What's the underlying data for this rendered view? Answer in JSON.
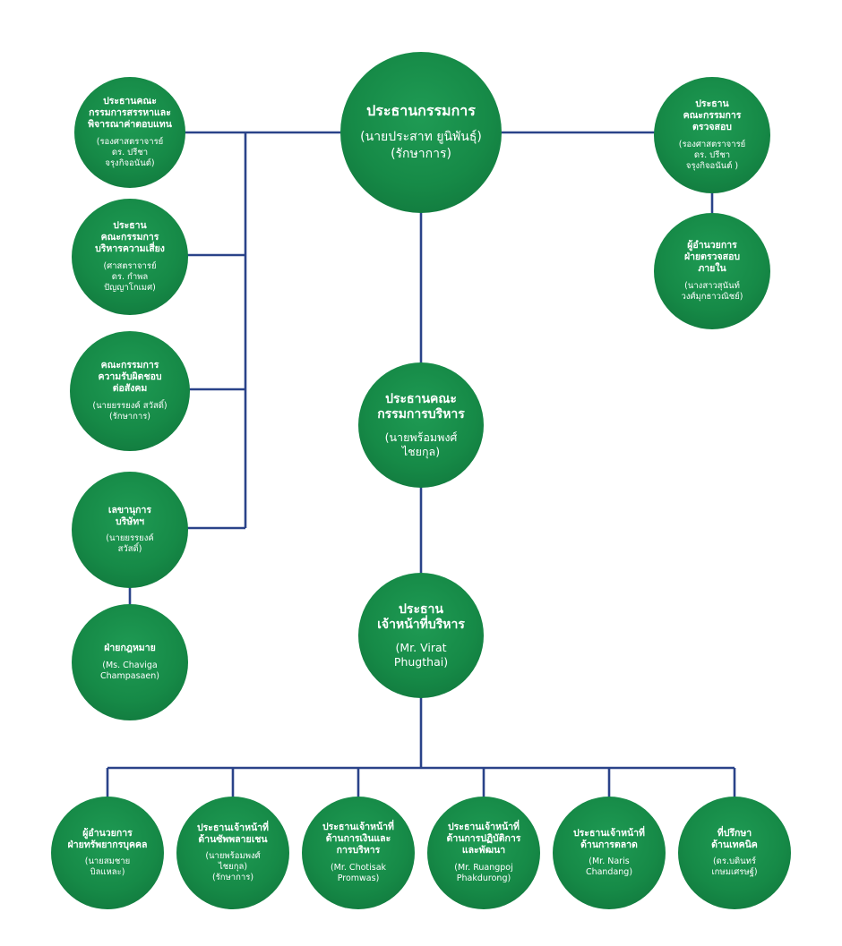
{
  "line_color": "#2a4389",
  "node_color": "#168a47",
  "nodes": {
    "chairman": {
      "title": "ประธานกรรมการ",
      "sub": "(นายประสาท ยูนิพันธุ์)\n(รักษาการ)"
    },
    "nomination": {
      "title": "ประธานคณะ\nกรรมการสรรหาและ\nพิจารณาค่าตอบแทน",
      "sub": "(รองศาสตราจารย์\nดร. ปรีชา\nจรุงกิจอนันต์)"
    },
    "risk": {
      "title": "ประธาน\nคณะกรรมการ\nบริหารความเสี่ยง",
      "sub": "(ศาสตราจารย์\nดร. กำพล\nปัญญาโกเมศ)"
    },
    "csr": {
      "title": "คณะกรรมการ\nความรับผิดชอบ\nต่อสังคม",
      "sub": "(นายยรรยงค์ สวัสดิ์)\n(รักษาการ)"
    },
    "secretary": {
      "title": "เลขานุการ\nบริษัทฯ",
      "sub": "(นายยรรยงค์\nสวัสดิ์)"
    },
    "legal": {
      "title": "ฝ่ายกฎหมาย",
      "sub": "(Ms. Chaviga\nChampasaen)"
    },
    "audit_committee": {
      "title": "ประธาน\nคณะกรรมการ\nตรวจสอบ",
      "sub": "(รองศาสตราจารย์\nดร. ปรีชา\nจรุงกิจอนันต์ )"
    },
    "internal_audit": {
      "title": "ผู้อำนวยการ\nฝ่ายตรวจสอบ\nภายใน",
      "sub": "(นางสาวสุนันท์\nวงศ์มุกธาวณิชย์)"
    },
    "executive_board": {
      "title": "ประธานคณะ\nกรรมการบริหาร",
      "sub": "(นายพร้อมพงศ์\nไชยกุล)"
    },
    "ceo": {
      "title": "ประธาน\nเจ้าหน้าที่บริหาร",
      "sub": "(Mr. Virat\nPhugthai)"
    },
    "hr": {
      "title": "ผู้อำนวยการ\nฝ่ายทรัพยากรบุคคล",
      "sub": "(นายสมชาย\nบิลแหละ)"
    },
    "resources": {
      "title": "ประธานเจ้าหน้าที่\nด้านซัพพลายเชน",
      "sub": "(นายพร้อมพงศ์\nไชยกุล)\n(รักษาการ)"
    },
    "finance": {
      "title": "ประธานเจ้าหน้าที่\nด้านการเงินและ\nการบริหาร",
      "sub": "(Mr. Chotisak\nPromwas)"
    },
    "operations": {
      "title": "ประธานเจ้าหน้าที่\nด้านการปฏิบัติการ\nและพัฒนา",
      "sub": "(Mr. Ruangpoj\nPhakdurong)"
    },
    "marketing": {
      "title": "ประธานเจ้าหน้าที่\nด้านการตลาด",
      "sub": "(Mr. Naris\nChandang)"
    },
    "technical": {
      "title": "ที่ปรึกษา\nด้านเทคนิค",
      "sub": "(ดร.บดินทร์\nเกษมเศรษฐ์)"
    }
  }
}
